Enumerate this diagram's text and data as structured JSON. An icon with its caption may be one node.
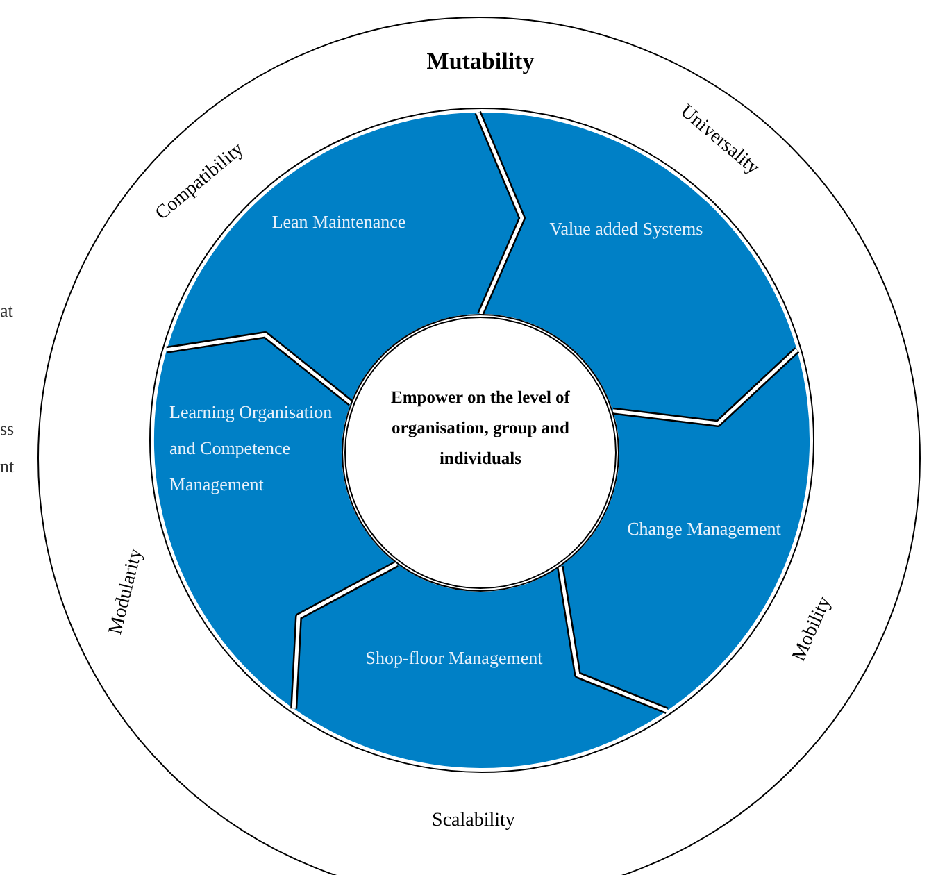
{
  "diagram": {
    "nodes": [
      {
        "text": [
          "Mutability",
          "Universality",
          "Mobility",
          "Scalability",
          "Modularity",
          "Compatibility"
        ]
      },
      {
        "text": [
          "Lean Maintenance"
        ],
        "in": 0
      },
      {
        "text": [
          "Value added Systems"
        ],
        "in": 0
      },
      {
        "text": [
          "Learning Organisation and Competence Management"
        ],
        "in": 0
      },
      {
        "text": [
          "Change Management"
        ],
        "in": 0
      },
      {
        "text": [
          "Shop-floor Management"
        ],
        "in": 0
      },
      {
        "text": [
          "Empower on the level of organisation, group and individuals"
        ],
        "in": 0
      }
    ],
    "labels": [
      "at",
      "ss",
      "nt"
    ]
  }
}
